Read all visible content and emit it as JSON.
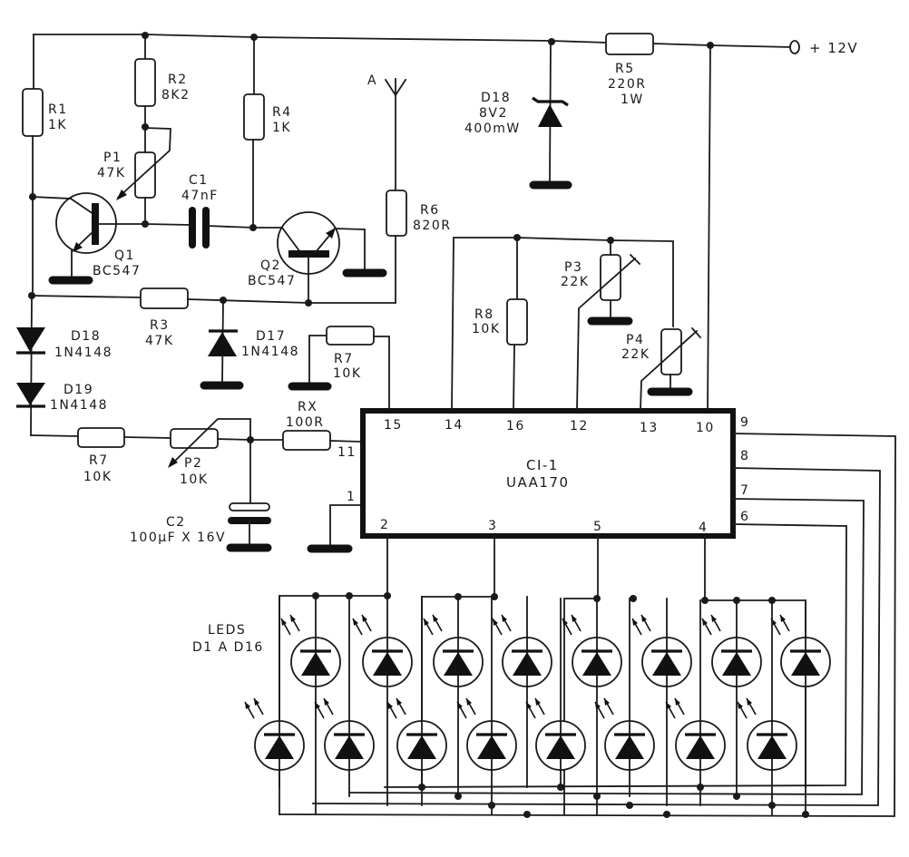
{
  "supply": {
    "label": "+ 12V"
  },
  "antenna": {
    "label": "A"
  },
  "components": {
    "R1": {
      "name": "R1",
      "value": "1K"
    },
    "R2": {
      "name": "R2",
      "value": "8K2"
    },
    "R3": {
      "name": "R3",
      "value": "47K"
    },
    "R4": {
      "name": "R4",
      "value": "1K"
    },
    "R5": {
      "name": "R5",
      "value": "220R",
      "rating": "1W"
    },
    "R6": {
      "name": "R6",
      "value": "820R"
    },
    "R7a": {
      "name": "R7",
      "value": "10K"
    },
    "R7b": {
      "name": "R7",
      "value": "10K"
    },
    "R8": {
      "name": "R8",
      "value": "10K"
    },
    "RX": {
      "name": "RX",
      "value": "100R"
    },
    "P1": {
      "name": "P1",
      "value": "47K"
    },
    "P2": {
      "name": "P2",
      "value": "10K"
    },
    "P3": {
      "name": "P3",
      "value": "22K"
    },
    "P4": {
      "name": "P4",
      "value": "22K"
    },
    "C1": {
      "name": "C1",
      "value": "47nF"
    },
    "C2": {
      "name": "C2",
      "value": "100µF X 16V"
    },
    "Q1": {
      "name": "Q1",
      "value": "BC547"
    },
    "Q2": {
      "name": "Q2",
      "value": "BC547"
    },
    "D17": {
      "name": "D17",
      "value": "1N4148"
    },
    "D18z": {
      "name": "D18",
      "value": "8V2",
      "rating": "400mW"
    },
    "D18": {
      "name": "D18",
      "value": "1N4148"
    },
    "D19": {
      "name": "D19",
      "value": "1N4148"
    },
    "IC": {
      "name": "CI-1",
      "value": "UAA170"
    },
    "LEDS": {
      "name": "LEDS",
      "value": "D1 A D16"
    }
  },
  "ic_pins": {
    "top": [
      "15",
      "14",
      "16",
      "12",
      "13",
      "10"
    ],
    "bottom": [
      "2",
      "3",
      "5",
      "4"
    ],
    "left": [
      "11",
      "1"
    ],
    "right": [
      "9",
      "8",
      "7",
      "6"
    ]
  }
}
